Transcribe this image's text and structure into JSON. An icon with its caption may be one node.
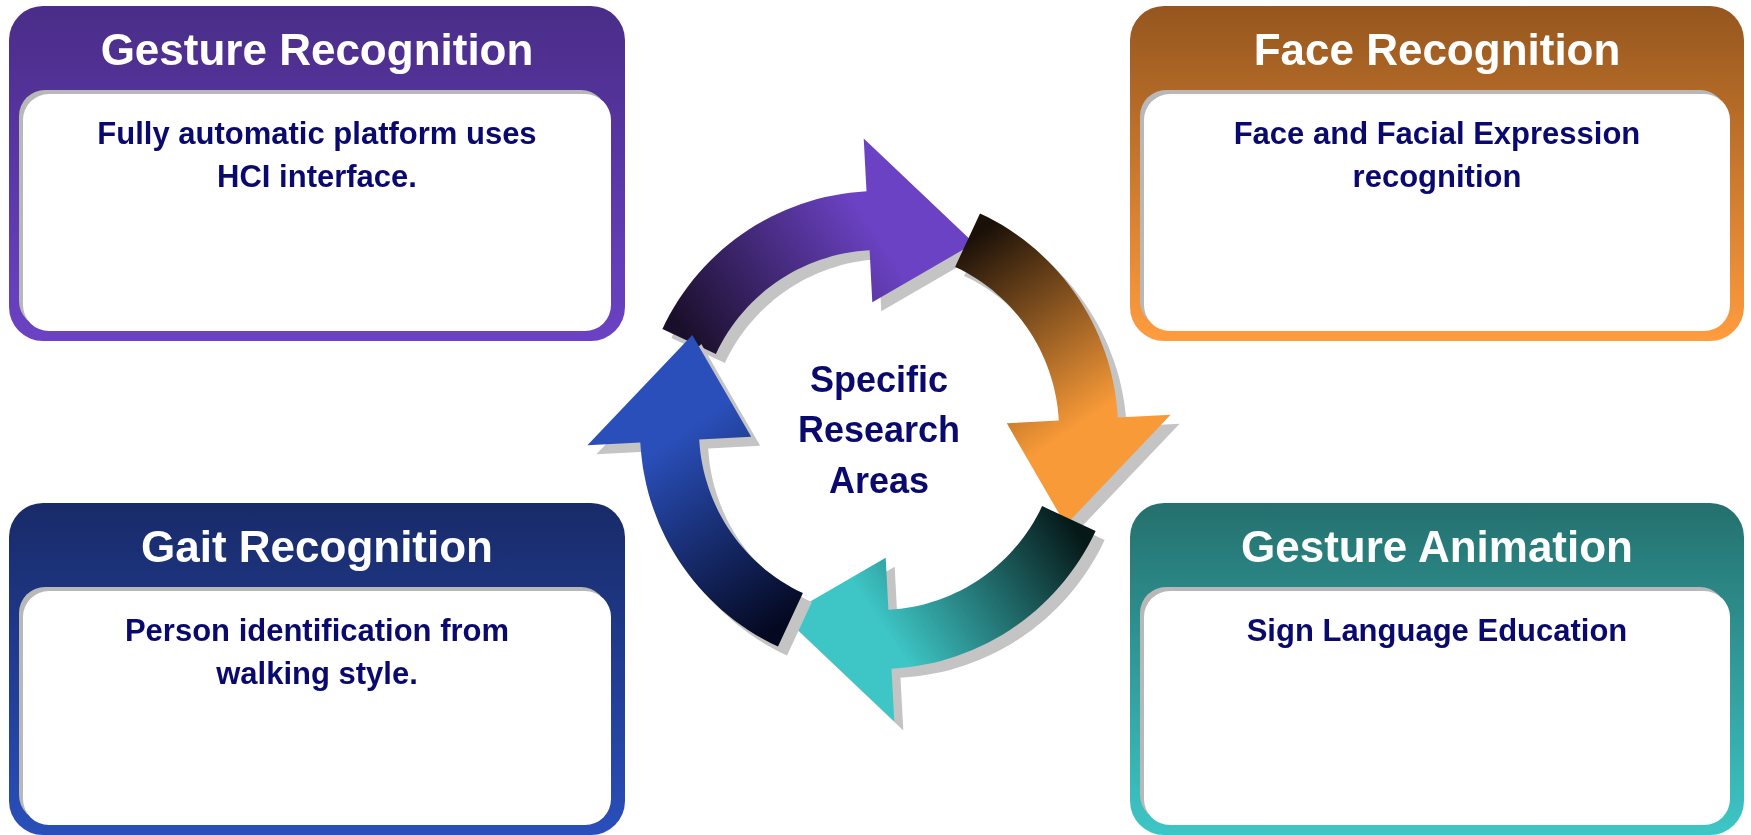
{
  "diagram": {
    "nodes": [
      {
        "text": [
          "Gesture Recognition",
          "Fully automatic platform uses HCI interface."
        ]
      },
      {
        "text": [
          "Face Recognition",
          "Face and Facial Expression recognition"
        ]
      },
      {
        "text": [
          "Gait Recognition",
          "Person identification from walking style."
        ]
      },
      {
        "text": [
          "Gesture Animation",
          "Sign Language Education"
        ]
      },
      {
        "text": [
          "Specific Research Areas"
        ]
      }
    ]
  }
}
